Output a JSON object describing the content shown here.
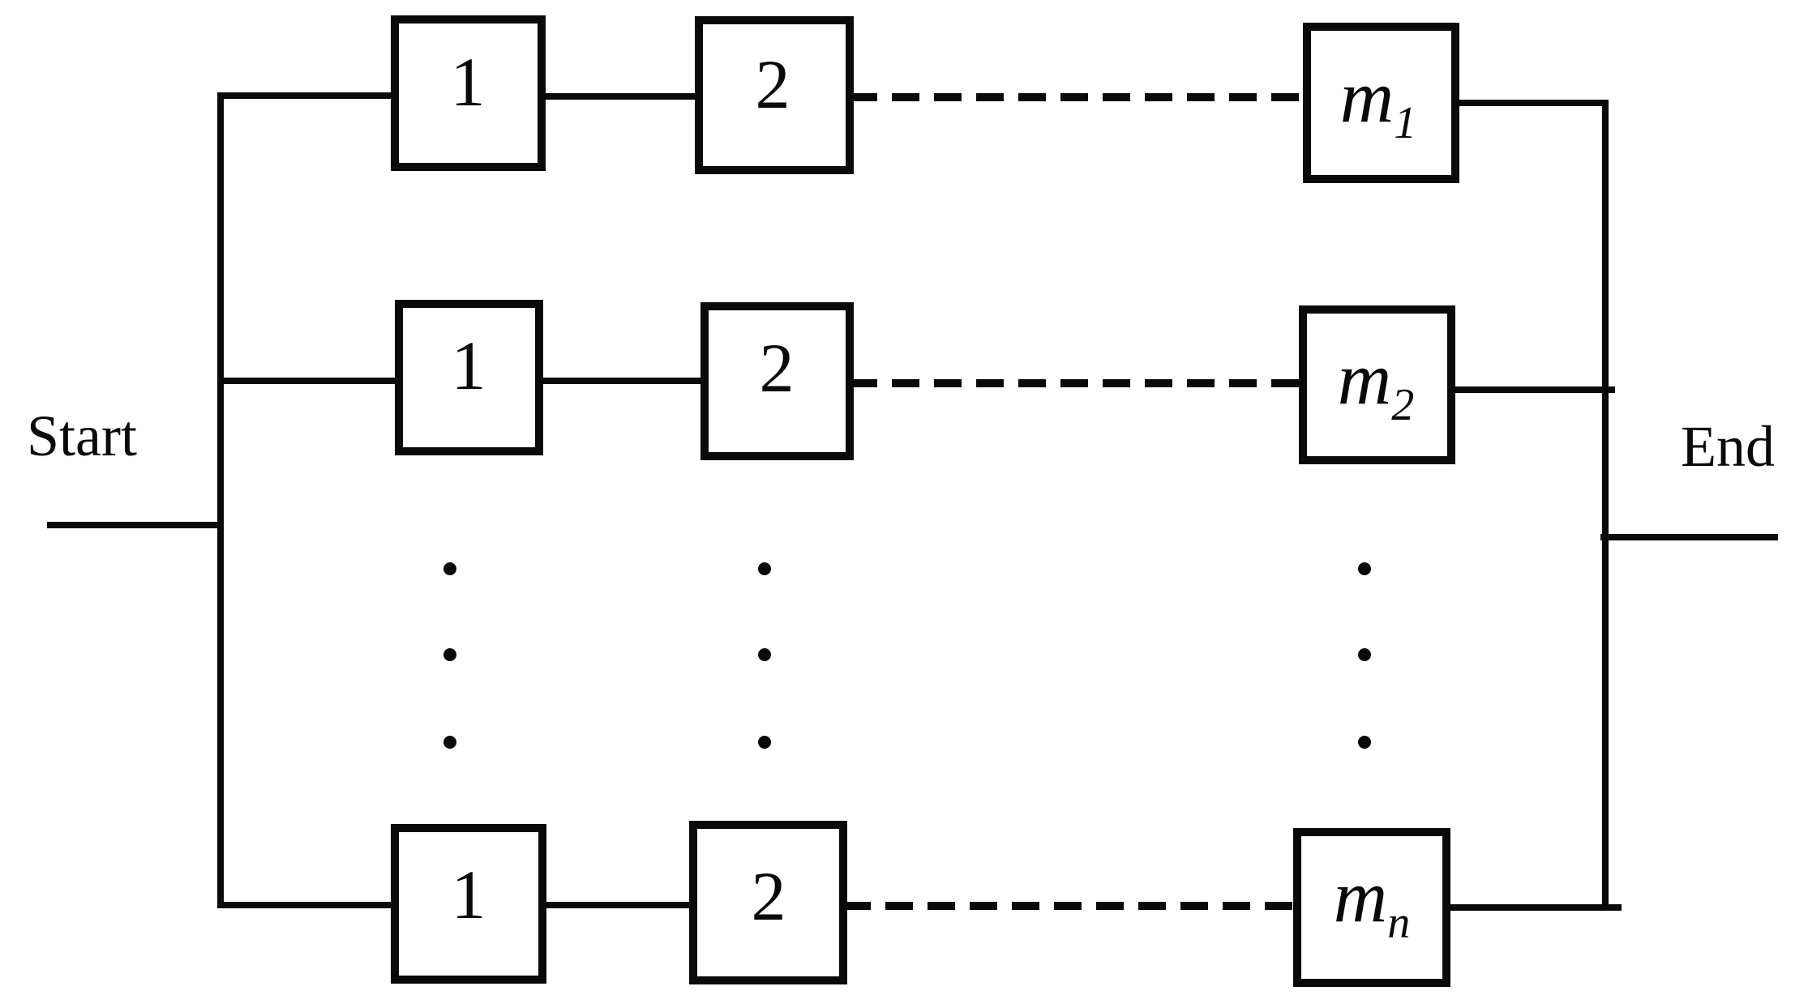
{
  "diagram": {
    "kind": "series-parallel reliability block diagram",
    "labels": {
      "start": "Start",
      "end": "End"
    },
    "rows": [
      {
        "name": "branch-1",
        "box1": "1",
        "box2": "2",
        "last_box_base": "m",
        "last_box_subscript": "1"
      },
      {
        "name": "branch-2",
        "box1": "1",
        "box2": "2",
        "last_box_base": "m",
        "last_box_subscript": "2"
      },
      {
        "name": "branch-n",
        "box1": "1",
        "box2": "2",
        "last_box_base": "m",
        "last_box_subscript": "n"
      }
    ],
    "ellipsis": {
      "columns": 3,
      "dots_per_column": 3
    },
    "colors": {
      "line": "#0a0a0a",
      "background": "#ffffff"
    }
  }
}
